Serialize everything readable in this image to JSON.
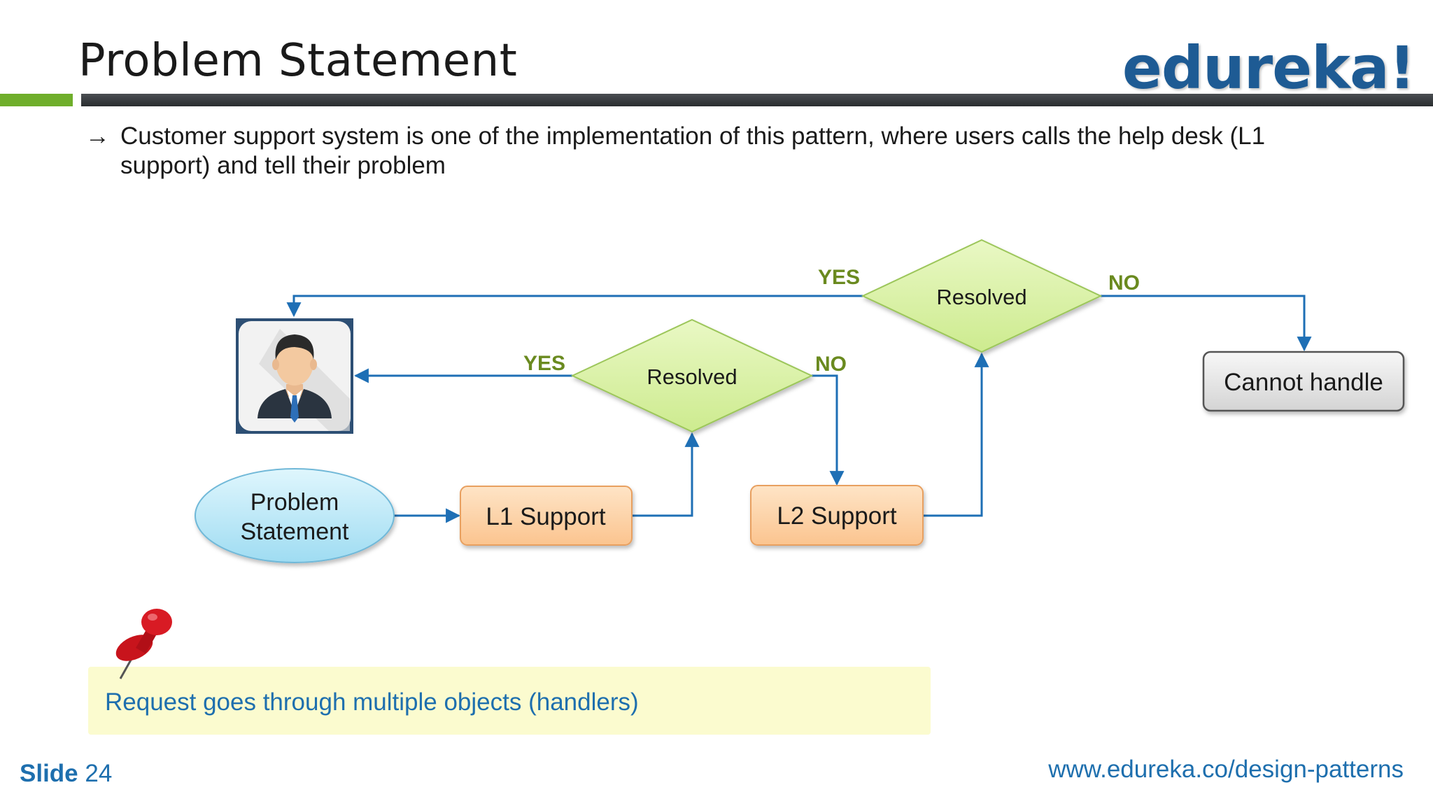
{
  "header": {
    "title": "Problem Statement",
    "logo_text": "edureka!"
  },
  "bullet": {
    "arrow": "→",
    "text": "Customer support system is one of the implementation of this pattern, where users calls the help desk (L1 support) and tell their problem"
  },
  "diagram": {
    "nodes": {
      "problem": [
        "Problem",
        "Statement"
      ],
      "l1": "L1 Support",
      "l2": "L2 Support",
      "resolved1": "Resolved",
      "resolved2": "Resolved",
      "cannot": "Cannot handle"
    },
    "edges": {
      "yes1": "YES",
      "no1": "NO",
      "yes2": "YES",
      "no2": "NO"
    },
    "colors": {
      "line": "#1e6fb5",
      "diamond_fill": "#d9f0a3",
      "diamond_stroke": "#9cc65a",
      "box_fill": "#fdd3a8",
      "box_stroke": "#e8a060",
      "ellipse_fill": "#bde9f7",
      "ellipse_stroke": "#6fb8d8",
      "cannot_fill": "#e6e6e6",
      "cannot_stroke": "#555555"
    },
    "icons": {
      "user": "user-avatar-icon"
    }
  },
  "note": {
    "text": "Request goes through multiple objects (handlers)",
    "icon": "pushpin-icon"
  },
  "footer": {
    "slide_word": "Slide",
    "slide_number": "24",
    "url": "www.edureka.co/design-patterns"
  }
}
